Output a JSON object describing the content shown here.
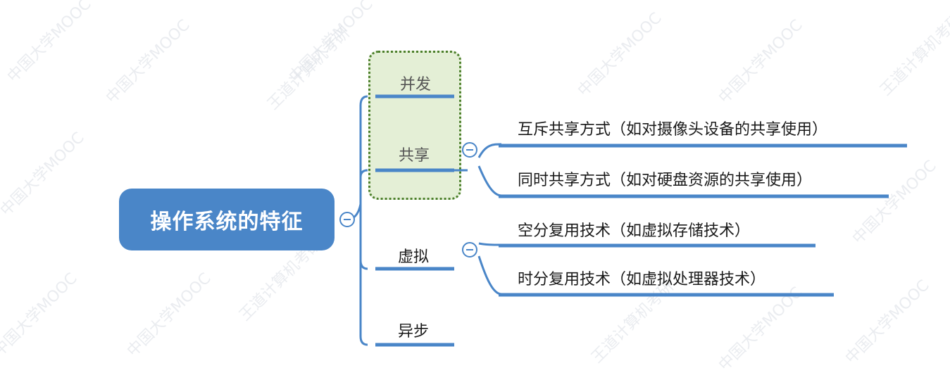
{
  "root": {
    "label": "操作系统的特征"
  },
  "branches": [
    {
      "label": "并发"
    },
    {
      "label": "共享",
      "children": [
        "互斥共享方式（如对摄像头设备的共享使用）",
        "同时共享方式（如对硬盘资源的共享使用）"
      ]
    },
    {
      "label": "虚拟",
      "children": [
        "空分复用技术（如虚拟存储技术）",
        "时分复用技术（如虚拟处理器技术）"
      ]
    },
    {
      "label": "异步"
    }
  ],
  "watermarks": [
    "中国大学MOOC",
    "王道计算机考研"
  ],
  "colors": {
    "branch_line": "#4a86c8",
    "root_fill": "#4a86c8",
    "highlight_fill": "#e4efd6",
    "highlight_border": "#4b7f2a"
  }
}
